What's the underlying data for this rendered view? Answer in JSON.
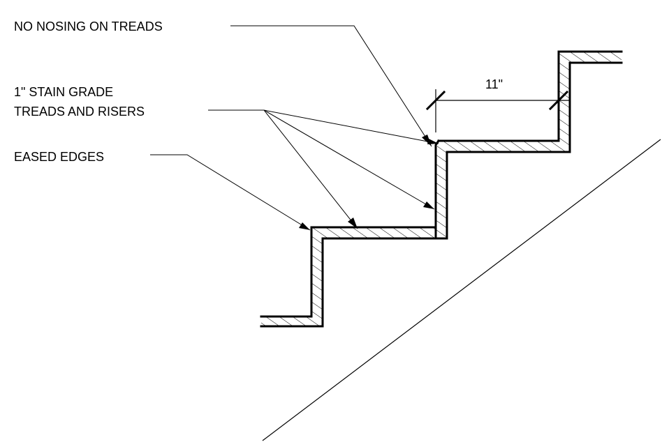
{
  "callouts": {
    "nosing": "NO NOSING ON TREADS",
    "stain_grade_line1": "1\" STAIN GRADE",
    "stain_grade_line2": "TREADS AND RISERS",
    "eased_edges": "EASED EDGES"
  },
  "dimension": {
    "tread_depth": "11\""
  }
}
